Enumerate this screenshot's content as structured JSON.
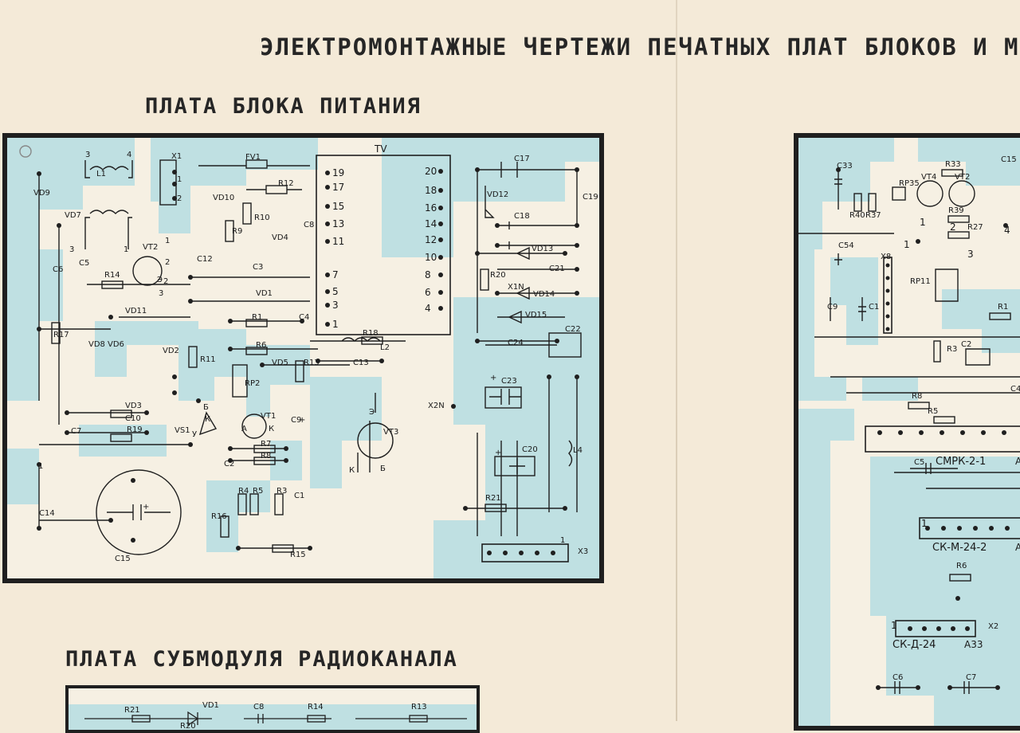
{
  "headings": {
    "main": "ЭЛЕКТРОМОНТАЖНЫЕ ЧЕРТЕЖИ ПЕЧАТНЫХ ПЛАТ БЛОКОВ И МО",
    "psu": "ПЛАТА БЛОКА ПИТАНИЯ",
    "radio": "ПЛАТА СУБМОДУЛЯ РАДИОКАНАЛА"
  },
  "colors": {
    "paper": "#f4ead8",
    "copper": "#bfe0e2",
    "ink": "#1f1f1f"
  },
  "psu": {
    "tv_label": "TV",
    "tv_left_pins": [
      "19",
      "17",
      "15",
      "13",
      "11",
      "7",
      "5",
      "3",
      "1"
    ],
    "tv_right_pins": [
      "20",
      "18",
      "16",
      "14",
      "12",
      "10",
      "8",
      "6",
      "4"
    ],
    "components": [
      "L1",
      "X1",
      "FV1",
      "VD9",
      "VD7",
      "VD10",
      "R12",
      "R10",
      "R9",
      "VD4",
      "C8",
      "VT2",
      "C5",
      "C6",
      "C12",
      "C3",
      "R14",
      "VD1",
      "VD11",
      "R1",
      "C4",
      "R17",
      "VD8",
      "VD6",
      "VD2",
      "R11",
      "R6",
      "R18",
      "L2",
      "VD5",
      "R13",
      "C13",
      "RP2",
      "VD3",
      "C10",
      "VT1",
      "C9",
      "C7",
      "R19",
      "VS1",
      "R7",
      "R8",
      "C2",
      "VT3",
      "R4",
      "R5",
      "R3",
      "C1",
      "C14",
      "R16",
      "C15",
      "R15",
      "C17",
      "C19",
      "VD12",
      "C18",
      "VD13",
      "R20",
      "C21",
      "X1N",
      "VD14",
      "VD15",
      "C22",
      "C24",
      "C23",
      "X2N",
      "C20",
      "L4",
      "R21",
      "X3"
    ],
    "markers": [
      "3",
      "4",
      "1",
      "2",
      "3",
      "2",
      "1",
      "1",
      "2",
      "3",
      "Э",
      "Б",
      "К",
      "У",
      "А",
      "К",
      "Э",
      "К",
      "Б",
      "1",
      "1",
      "+",
      "+",
      "+",
      "+"
    ]
  },
  "right_board": {
    "components": [
      "C33",
      "R33",
      "C15",
      "VT4",
      "VT2",
      "RP35",
      "R40",
      "R37",
      "R39",
      "R27",
      "C54",
      "X8",
      "RP11",
      "C9",
      "C1",
      "R1",
      "R3",
      "C2",
      "C4",
      "R8",
      "R5",
      "C5",
      "R6",
      "X2",
      "C6",
      "C7"
    ],
    "connectors": [
      "СМРК-2-1",
      "СК-М-24-2",
      "СК-Д-24"
    ],
    "markers": [
      "1",
      "2",
      "3",
      "4",
      "1",
      "А",
      "А",
      "1",
      "1",
      "А33"
    ]
  },
  "radio_board": {
    "components": [
      "R21",
      "VD1",
      "R20",
      "C8",
      "R14",
      "R13"
    ]
  }
}
